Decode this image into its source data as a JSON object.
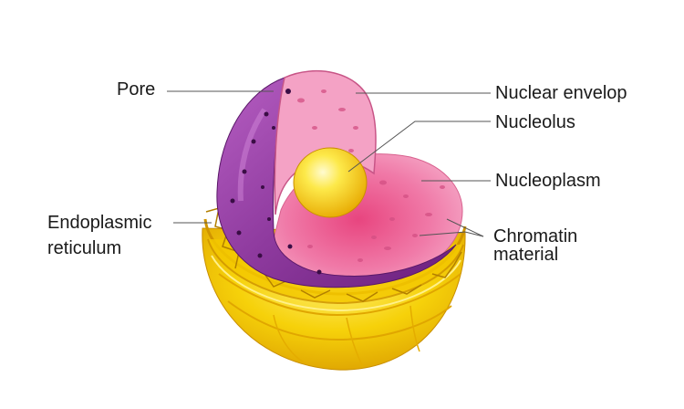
{
  "labels": {
    "pore": "Pore",
    "nuclear_envelop": "Nuclear envelop",
    "nucleolus": "Nucleolus",
    "nucleoplasm": "Nucleoplasm",
    "endoplasmic_line1": "Endoplasmic",
    "endoplasmic_line2": "reticulum",
    "chromatin_line1": "Chromatin",
    "chromatin_line2": "material"
  },
  "colors": {
    "envelope_purple": "#8e3a9e",
    "nucleoplasm_pink": "#f29cc0",
    "nucleolus_yellow": "#f7d400",
    "er_yellow": "#f2c200",
    "leader_line": "#555555"
  }
}
